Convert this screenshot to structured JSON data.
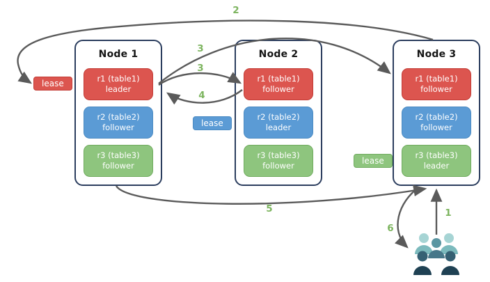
{
  "nodes": [
    {
      "title": "Node 1",
      "replicas": [
        {
          "name": "r1 (table1)",
          "role": "leader",
          "color": "red"
        },
        {
          "name": "r2 (table2)",
          "role": "follower",
          "color": "blue"
        },
        {
          "name": "r3 (table3)",
          "role": "follower",
          "color": "green"
        }
      ]
    },
    {
      "title": "Node 2",
      "replicas": [
        {
          "name": "r1 (table1)",
          "role": "follower",
          "color": "red"
        },
        {
          "name": "r2 (table2)",
          "role": "leader",
          "color": "blue"
        },
        {
          "name": "r3 (table3)",
          "role": "follower",
          "color": "green"
        }
      ]
    },
    {
      "title": "Node 3",
      "replicas": [
        {
          "name": "r1 (table1)",
          "role": "follower",
          "color": "red"
        },
        {
          "name": "r2 (table2)",
          "role": "follower",
          "color": "blue"
        },
        {
          "name": "r3 (table3)",
          "role": "leader",
          "color": "green"
        }
      ]
    }
  ],
  "leases": [
    {
      "label": "lease",
      "color": "red"
    },
    {
      "label": "lease",
      "color": "blue"
    },
    {
      "label": "lease",
      "color": "green"
    }
  ],
  "step_markers": {
    "s1": "1",
    "s2": "2",
    "s3a": "3",
    "s3b": "3",
    "s4": "4",
    "s5": "5",
    "s6": "6"
  },
  "icons": {
    "users": "users-icon"
  },
  "colors": {
    "red_fill": "#DC554F",
    "red_border": "#C23B35",
    "blue_fill": "#5B9BD5",
    "blue_border": "#4A8AC2",
    "green_fill": "#8EC57E",
    "green_border": "#6FAB5E",
    "node_border": "#2B3D5E",
    "arrow": "#5A5A5A",
    "step_number": "#7CB45E",
    "users_back_head": "#A6D4D4",
    "users_back_body": "#7CBABD",
    "users_mid_head": "#5B96A2",
    "users_mid_body": "#477789",
    "users_front_head": "#356073",
    "users_front_body": "#1F4153"
  }
}
